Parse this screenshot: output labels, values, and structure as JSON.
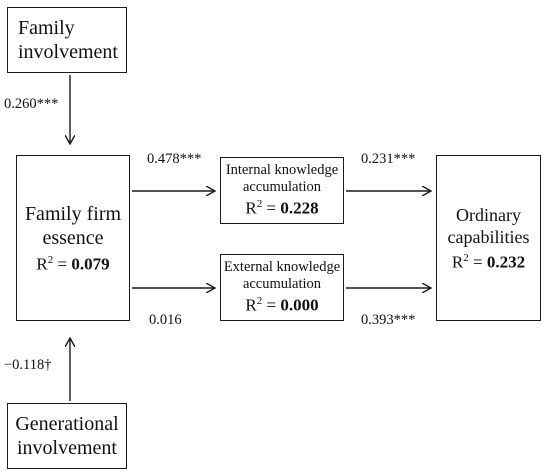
{
  "nodes": {
    "family_involvement": {
      "lines": [
        "Family",
        "involvement"
      ]
    },
    "family_firm_essence": {
      "lines": [
        "Family firm",
        "essence"
      ],
      "r2_label": "R",
      "r2_exp": "2",
      "r2_eq": " = ",
      "r2_value": "0.079"
    },
    "internal_knowledge": {
      "lines": [
        "Internal knowledge",
        "accumulation"
      ],
      "r2_label": "R",
      "r2_exp": "2",
      "r2_eq": " = ",
      "r2_value": "0.228"
    },
    "external_knowledge": {
      "lines": [
        "External knowledge",
        "accumulation"
      ],
      "r2_label": "R",
      "r2_exp": "2",
      "r2_eq": " = ",
      "r2_value": "0.000"
    },
    "ordinary_capabilities": {
      "lines": [
        "Ordinary",
        "capabilities"
      ],
      "r2_label": "R",
      "r2_exp": "2",
      "r2_eq": " = ",
      "r2_value": "0.232"
    },
    "generational_involvement": {
      "lines": [
        "Generational",
        "involvement"
      ]
    }
  },
  "paths": {
    "family_involvement_to_essence": "0.260***",
    "essence_to_internal": "0.478***",
    "essence_to_external": "0.016",
    "internal_to_capabilities": "0.231***",
    "external_to_capabilities": "0.393***",
    "generational_to_essence": "−0.118†"
  }
}
